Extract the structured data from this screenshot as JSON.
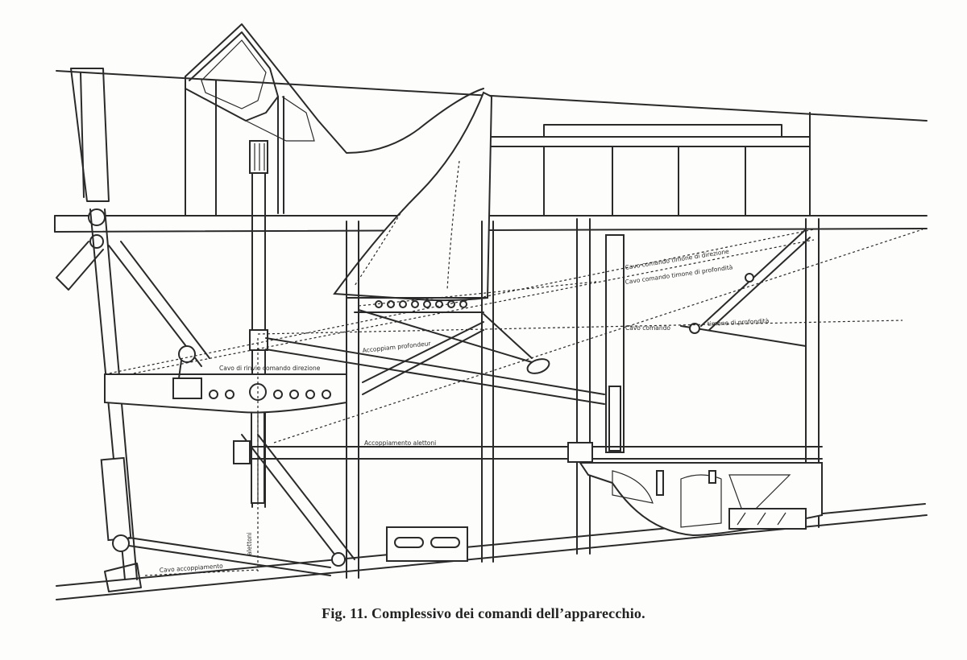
{
  "figure": {
    "caption": "Fig. 11. Complessivo dei comandi dell’apparecchio."
  },
  "labels": {
    "cavo_rinvio_comando_direzione": "Cavo di rinvio comando direzione",
    "accoppiam_profondeur": "Accoppiam profondeur",
    "accoppiamento_alettoni": "Accoppiamento alettoni",
    "cavo_accoppiamento": "Cavo accoppiamento",
    "alettoni": "alettoni",
    "cavo_comando_timone_direzione": "Cavo comando timone di direzione",
    "cavo_comando_timone_profondita": "Cavo comando timone di profondità",
    "cavo_comando": "Cavo comando",
    "timone_di_profondita": "timone di profondità"
  },
  "style": {
    "ink": "#2a2a2a",
    "paper": "#fdfdfb"
  }
}
